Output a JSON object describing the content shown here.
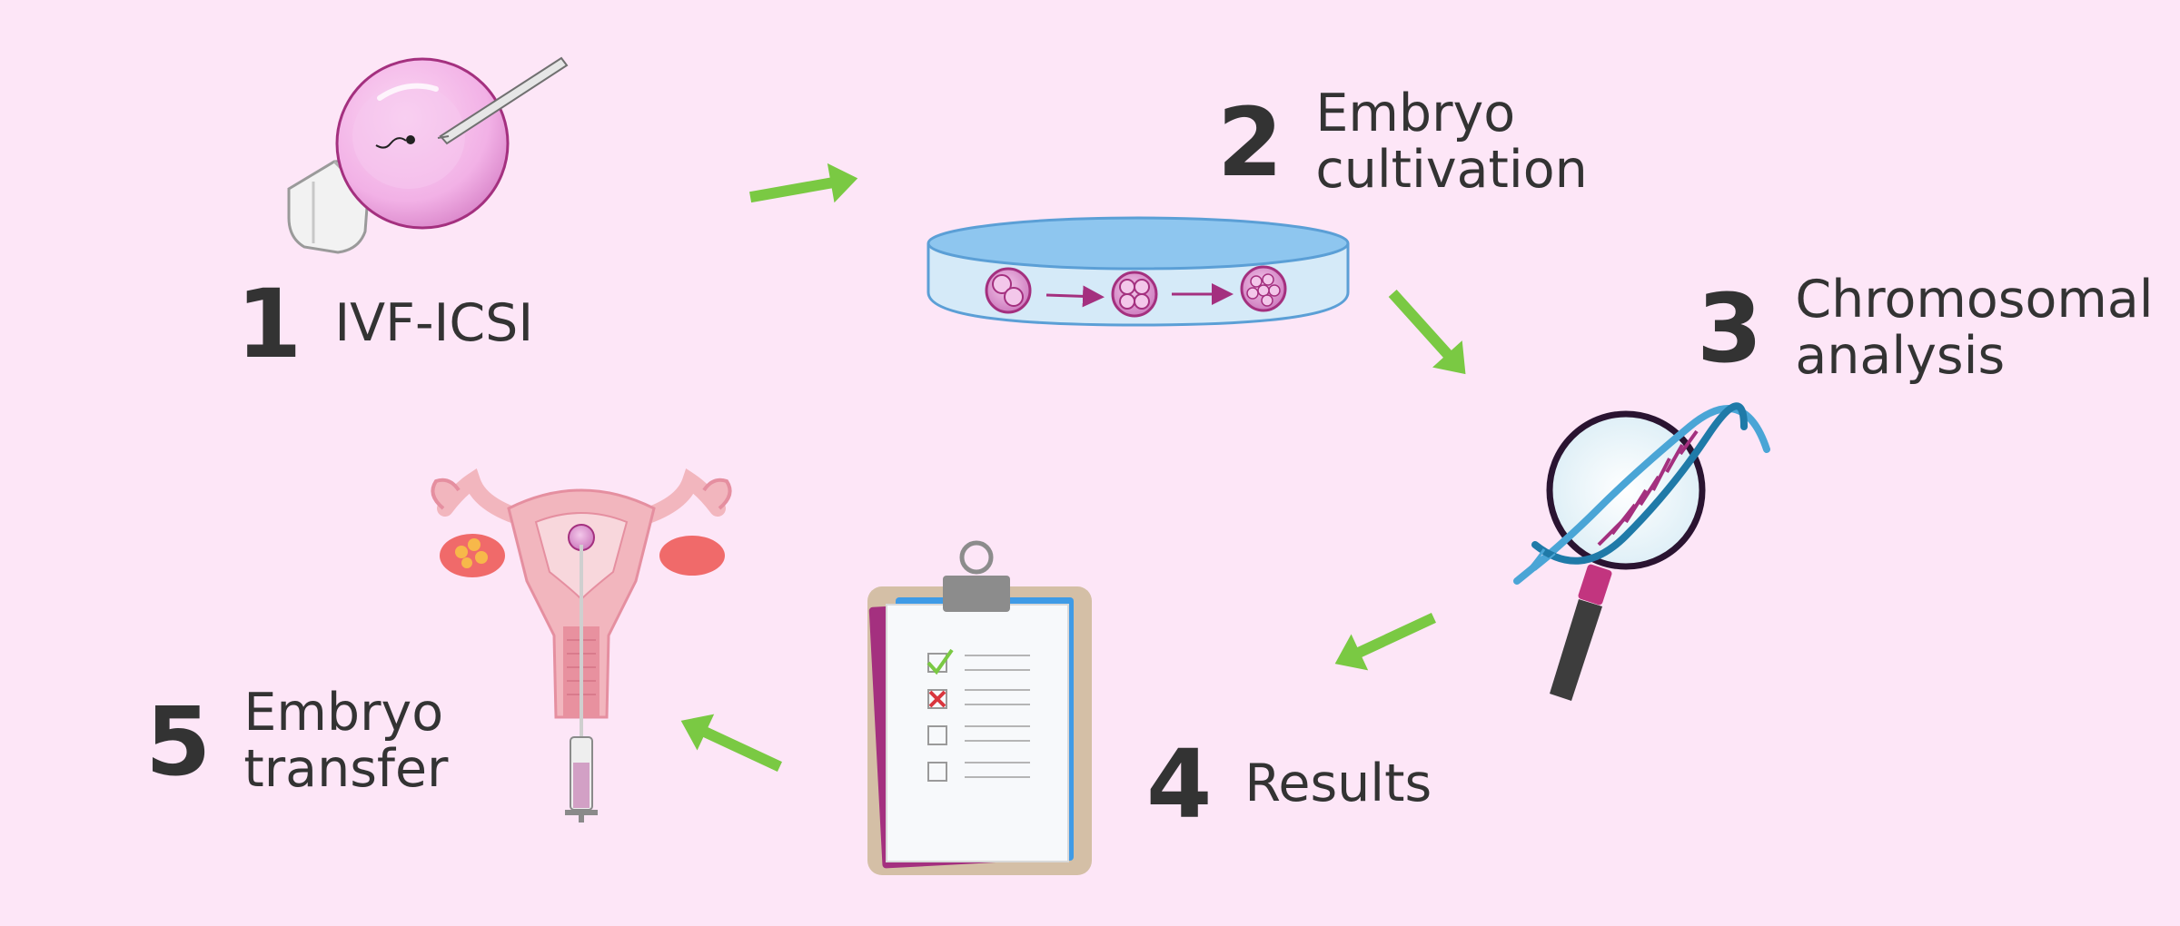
{
  "colors": {
    "background": "#fde6f7",
    "arrow": "#7ac943",
    "text": "#333333",
    "magenta": "#a4307f",
    "egg": "#f2b1e6",
    "dish": "#cfe6f7",
    "dish_rim": "#8ec6ef",
    "clipboard": "#d4bfa6",
    "paper": "#f7f9fb",
    "check": "#7ac943",
    "cross": "#d9363e",
    "uterus": "#f2b6be",
    "ovary": "#f06a6a",
    "dna_blue": "#4aa5d6"
  },
  "steps": [
    {
      "number": "1",
      "lines": [
        "IVF-ICSI"
      ],
      "icon": "icsi-egg-needle-icon"
    },
    {
      "number": "2",
      "lines": [
        "Embryo",
        "cultivation"
      ],
      "icon": "petri-dish-embryos-icon"
    },
    {
      "number": "3",
      "lines": [
        "Chromosomal",
        "analysis"
      ],
      "icon": "magnifier-dna-icon"
    },
    {
      "number": "4",
      "lines": [
        "Results"
      ],
      "icon": "clipboard-checklist-icon"
    },
    {
      "number": "5",
      "lines": [
        "Embryo",
        "transfer"
      ],
      "icon": "uterus-syringe-icon"
    }
  ]
}
